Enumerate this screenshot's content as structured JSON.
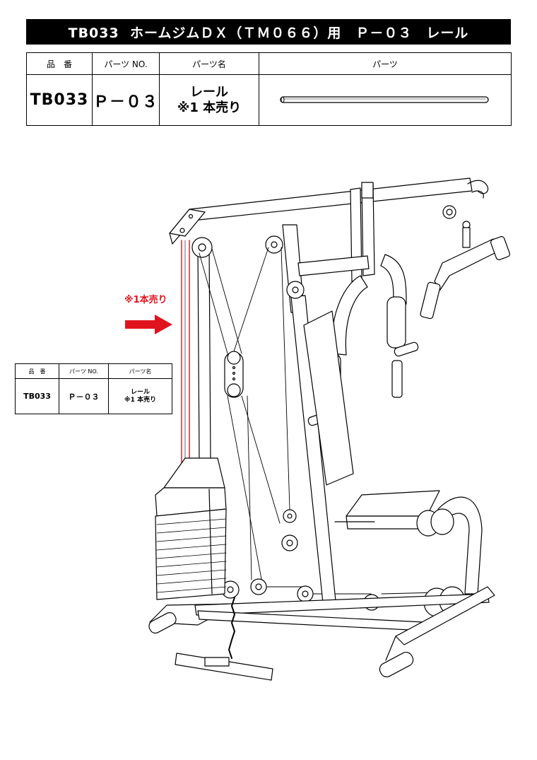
{
  "header": {
    "title": "TB033  ホームジムＤＸ（ＴＭ０６６）用　Ｐ－０３　レール"
  },
  "parts_table": {
    "headers": {
      "item": "品　番",
      "part_no": "パーツ NO.",
      "part_name": "パーツ名",
      "part": "パーツ"
    },
    "row": {
      "item": "TB033",
      "part_no": "Ｐ－０３",
      "name_line1": "レール",
      "name_line2": "※1 本売り"
    }
  },
  "callout": {
    "note": "※1本売り",
    "table": {
      "headers": {
        "item": "品　番",
        "part_no": "パーツ NO.",
        "part_name": "パーツ名"
      },
      "row": {
        "item": "TB033",
        "part_no": "Ｐ－０３",
        "name_line1": "レール",
        "name_line2": "※1 本売り"
      }
    }
  },
  "colors": {
    "accent_red": "#e0141e",
    "header_bg": "#000000"
  }
}
